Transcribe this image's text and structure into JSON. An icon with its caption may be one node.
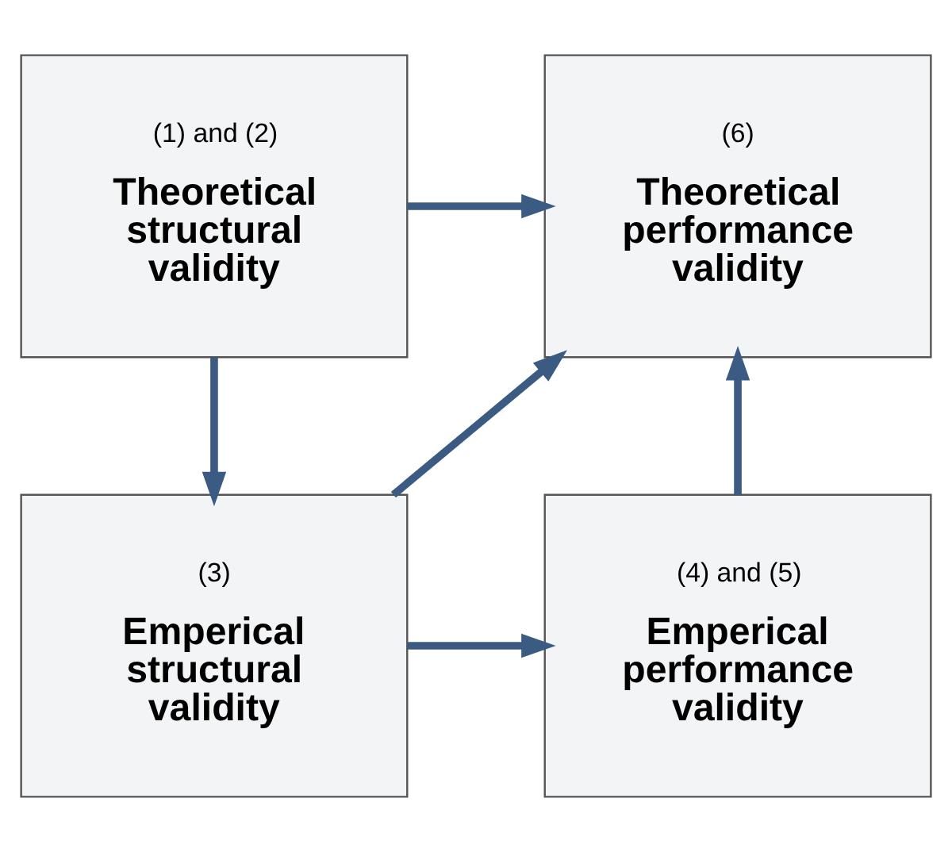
{
  "diagram": {
    "nodes": [
      {
        "text": [
          "(1) and (2)",
          "Theoretical structural validity"
        ]
      },
      {
        "text": [
          "(6)",
          "Theoretical performance validity"
        ]
      },
      {
        "text": [
          "(3)",
          "Emperical structural validity"
        ]
      },
      {
        "text": [
          "(4) and (5)",
          "Emperical performance validity"
        ]
      }
    ],
    "edges": [
      {
        "from": 0,
        "to": 1,
        "arrow": "to"
      },
      {
        "from": 0,
        "to": 2,
        "arrow": "to"
      },
      {
        "from": 2,
        "to": 1,
        "arrow": "to"
      },
      {
        "from": 3,
        "to": 1,
        "arrow": "to"
      },
      {
        "from": 2,
        "to": 3,
        "arrow": "to"
      }
    ]
  }
}
